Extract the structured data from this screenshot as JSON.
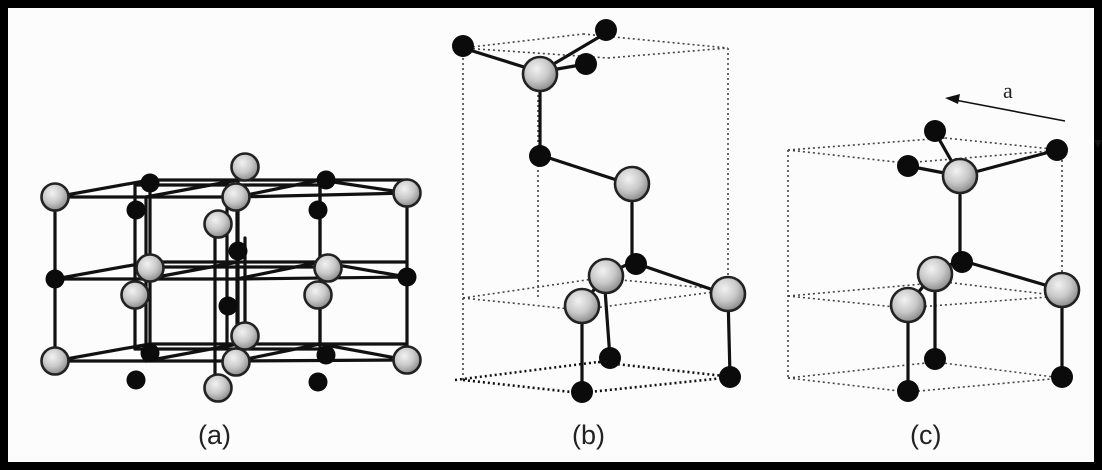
{
  "panels": [
    {
      "id": "a",
      "label": "(a)"
    },
    {
      "id": "b",
      "label": "(b)"
    },
    {
      "id": "c",
      "label": "(c)"
    }
  ],
  "annotations": {
    "lattice_vector": "a"
  }
}
